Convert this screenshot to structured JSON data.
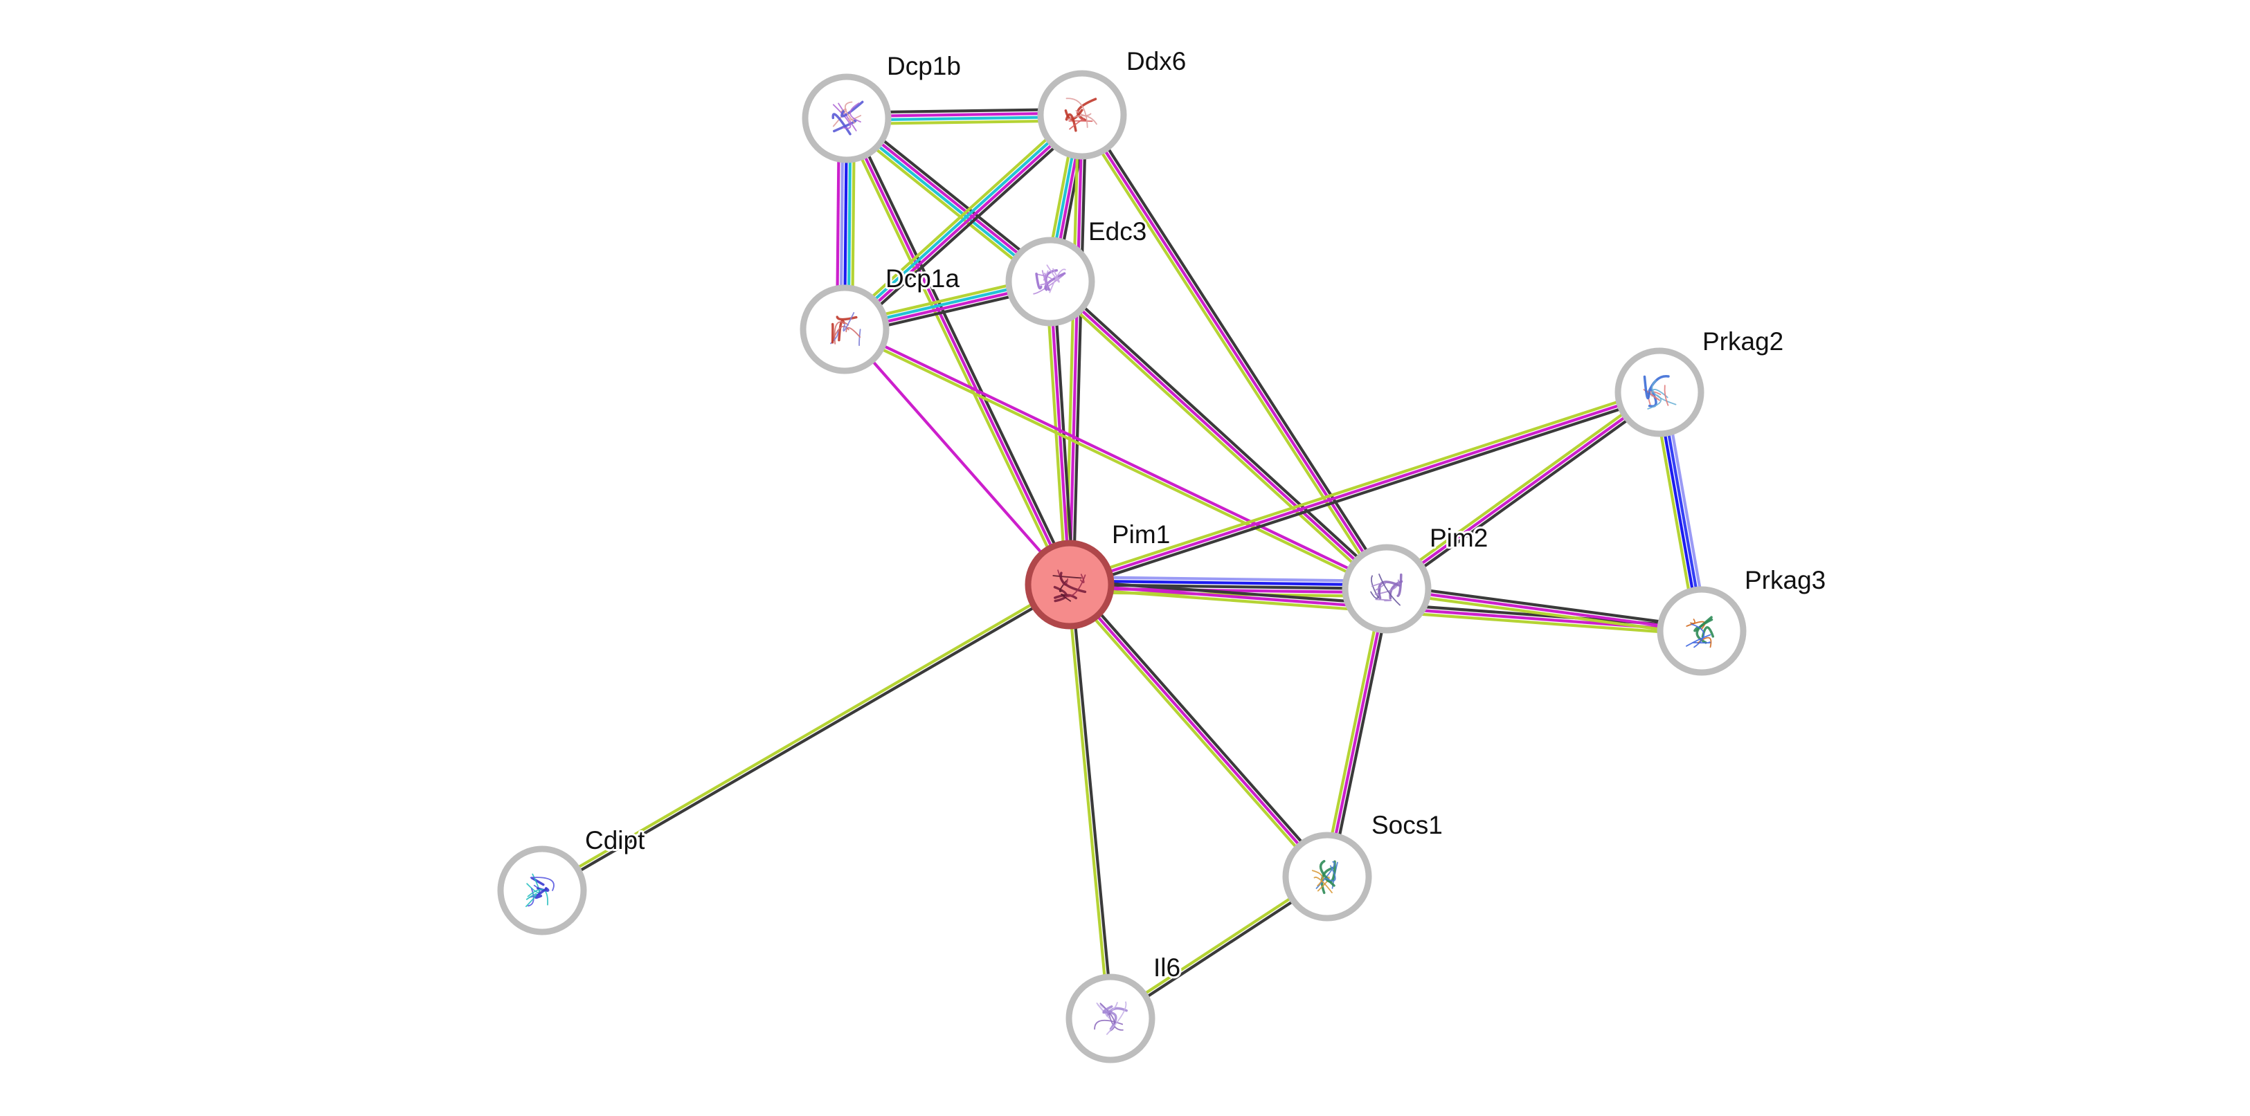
{
  "network": {
    "query_protein": "Pim1",
    "colors": {
      "node_ring": "#bdbdbd",
      "node_fill": "#ffffff",
      "query_ring": "#b0474a",
      "query_fill": "#f58b8b",
      "background": "#ffffff"
    },
    "evidence_colors": {
      "curated_databases": "#22c3d6",
      "experiments": "#cc1fcc",
      "gene_fusion": "#1d1cf0",
      "gene_cooccurrence": "#3540f5",
      "homology": "#9a9af5",
      "textmining": "#b5d334",
      "coexpression": "#3a3a3a"
    },
    "nodes": [
      {
        "id": "Dcp1b",
        "label": "Dcp1b",
        "icon": "protein-structure-ribbon",
        "query": false
      },
      {
        "id": "Ddx6",
        "label": "Ddx6",
        "icon": "protein-structure-ribbon",
        "query": false
      },
      {
        "id": "Edc3",
        "label": "Edc3",
        "icon": "protein-structure-ribbon",
        "query": false
      },
      {
        "id": "Dcp1a",
        "label": "Dcp1a",
        "icon": "protein-structure-ribbon",
        "query": false
      },
      {
        "id": "Prkag2",
        "label": "Prkag2",
        "icon": "protein-structure-ribbon",
        "query": false
      },
      {
        "id": "Pim1",
        "label": "Pim1",
        "icon": "protein-structure-ribbon",
        "query": true
      },
      {
        "id": "Pim2",
        "label": "Pim2",
        "icon": "protein-structure-ribbon",
        "query": false
      },
      {
        "id": "Prkag3",
        "label": "Prkag3",
        "icon": "protein-structure-ribbon",
        "query": false
      },
      {
        "id": "Socs1",
        "label": "Socs1",
        "icon": "protein-structure-ribbon",
        "query": false
      },
      {
        "id": "Cdipt",
        "label": "Cdipt",
        "icon": "protein-structure-ribbon",
        "query": false
      },
      {
        "id": "Il6",
        "label": "Il6",
        "icon": "protein-structure-ribbon",
        "query": false
      }
    ],
    "edges": [
      {
        "source": "Dcp1b",
        "target": "Ddx6",
        "evidence": [
          "coexpression",
          "experiments",
          "curated_databases",
          "textmining"
        ]
      },
      {
        "source": "Dcp1b",
        "target": "Dcp1a",
        "evidence": [
          "textmining",
          "curated_databases",
          "gene_fusion",
          "homology",
          "experiments"
        ]
      },
      {
        "source": "Dcp1b",
        "target": "Edc3",
        "evidence": [
          "coexpression",
          "experiments",
          "curated_databases",
          "textmining"
        ]
      },
      {
        "source": "Dcp1b",
        "target": "Pim1",
        "evidence": [
          "coexpression",
          "experiments",
          "textmining"
        ]
      },
      {
        "source": "Ddx6",
        "target": "Edc3",
        "evidence": [
          "coexpression",
          "experiments",
          "curated_databases",
          "textmining"
        ]
      },
      {
        "source": "Ddx6",
        "target": "Dcp1a",
        "evidence": [
          "coexpression",
          "experiments",
          "curated_databases",
          "textmining"
        ]
      },
      {
        "source": "Ddx6",
        "target": "Pim1",
        "evidence": [
          "coexpression",
          "experiments",
          "textmining"
        ]
      },
      {
        "source": "Ddx6",
        "target": "Pim2",
        "evidence": [
          "coexpression",
          "experiments",
          "textmining"
        ]
      },
      {
        "source": "Edc3",
        "target": "Dcp1a",
        "evidence": [
          "coexpression",
          "experiments",
          "curated_databases",
          "textmining"
        ]
      },
      {
        "source": "Edc3",
        "target": "Pim1",
        "evidence": [
          "coexpression",
          "experiments",
          "textmining"
        ]
      },
      {
        "source": "Edc3",
        "target": "Pim2",
        "evidence": [
          "coexpression",
          "experiments",
          "textmining"
        ]
      },
      {
        "source": "Dcp1a",
        "target": "Pim1",
        "evidence": [
          "experiments"
        ]
      },
      {
        "source": "Dcp1a",
        "target": "Pim2",
        "evidence": [
          "experiments",
          "textmining"
        ]
      },
      {
        "source": "Prkag2",
        "target": "Pim1",
        "evidence": [
          "coexpression",
          "experiments",
          "textmining"
        ]
      },
      {
        "source": "Prkag2",
        "target": "Pim2",
        "evidence": [
          "coexpression",
          "experiments",
          "textmining"
        ]
      },
      {
        "source": "Prkag2",
        "target": "Prkag3",
        "evidence": [
          "homology",
          "gene_cooccurrence",
          "gene_fusion",
          "textmining"
        ]
      },
      {
        "source": "Pim1",
        "target": "Pim2",
        "evidence": [
          "homology",
          "gene_fusion",
          "coexpression",
          "experiments",
          "textmining"
        ]
      },
      {
        "source": "Pim1",
        "target": "Prkag3",
        "evidence": [
          "coexpression",
          "experiments",
          "textmining"
        ]
      },
      {
        "source": "Pim1",
        "target": "Socs1",
        "evidence": [
          "coexpression",
          "experiments",
          "textmining"
        ]
      },
      {
        "source": "Pim1",
        "target": "Cdipt",
        "evidence": [
          "coexpression",
          "textmining"
        ]
      },
      {
        "source": "Pim1",
        "target": "Il6",
        "evidence": [
          "coexpression",
          "textmining"
        ]
      },
      {
        "source": "Pim2",
        "target": "Prkag3",
        "evidence": [
          "coexpression",
          "experiments",
          "textmining"
        ]
      },
      {
        "source": "Pim2",
        "target": "Socs1",
        "evidence": [
          "coexpression",
          "experiments",
          "textmining"
        ]
      },
      {
        "source": "Socs1",
        "target": "Il6",
        "evidence": [
          "coexpression",
          "textmining"
        ]
      }
    ]
  }
}
